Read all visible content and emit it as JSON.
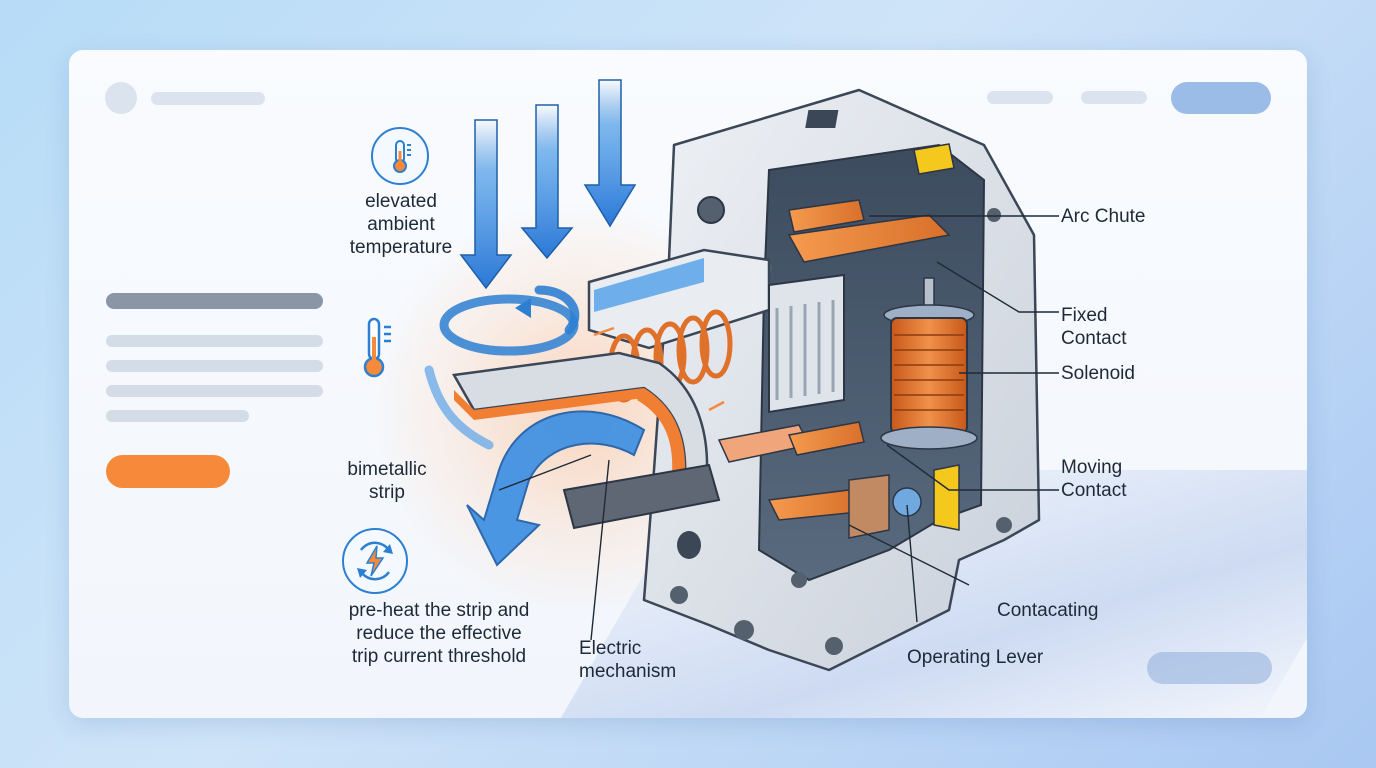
{
  "labels": {
    "elevated_temperature": "elevated\nambient\ntemperature",
    "bimetallic_strip": "bimetallic\nstrip",
    "preheat_note": "pre-heat the strip and\nreduce the effective\ntrip current threshold",
    "electric_mechanism": "Electric\nmechanism",
    "arc_chute": "Arc Chute",
    "fixed_contact": "Fixed\nContact",
    "solenoid": "Solenoid",
    "moving_contact": "Moving\nContact",
    "contacting": "Contacating",
    "operating_lever": "Operating Lever"
  },
  "icons": {
    "thermometer_badge": "thermometer-icon",
    "thermometer_plain": "thermometer-icon",
    "lightning_cycle": "lightning-cycle-icon"
  },
  "colors": {
    "accent_blue": "#2d7fd2",
    "accent_orange": "#f7893a",
    "skeleton": "#cfd9e6",
    "skeleton_dark": "#8a95a6",
    "pill_blue": "#9bbce6",
    "copper": "#e07a2c"
  }
}
